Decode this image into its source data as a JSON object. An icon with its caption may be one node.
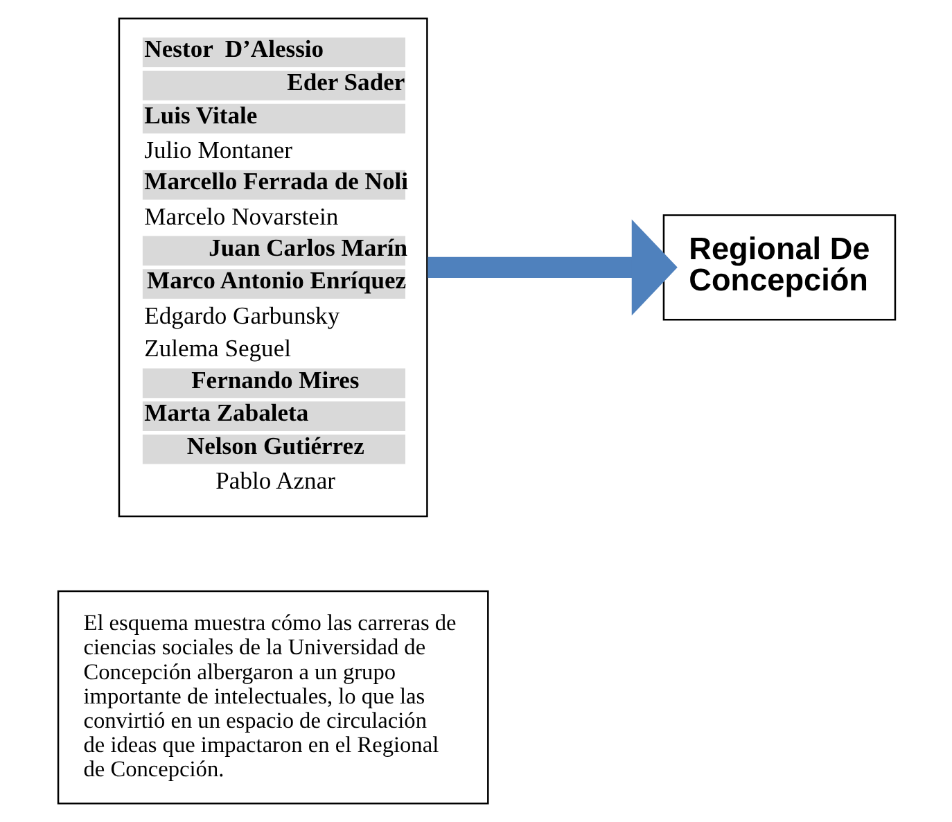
{
  "diagram": {
    "nodes": [
      {
        "text": [
          "Nestor  D’Alessio",
          "Eder Sader",
          "Luis Vitale",
          "Julio Montaner",
          "Marcello Ferrada de Noli",
          "Marcelo Novarstein",
          "Juan Carlos Marín",
          "Marco Antonio Enríquez",
          "Edgardo Garbunsky",
          "Zulema Seguel",
          "Fernando Mires",
          "Marta Zabaleta",
          "Nelson Gutiérrez",
          "Pablo Aznar"
        ]
      },
      {
        "text": [
          "Regional De Concepción"
        ]
      },
      {
        "text": [
          "El esquema muestra cómo las carreras de ciencias sociales de la Universidad de Concepción albergaron a un grupo importante de intelectuales, lo que las convirtió en un espacio de circulación de ideas que impactaron en el Regional de Concepción."
        ]
      }
    ],
    "edges": [
      {
        "from": 0,
        "to": 1,
        "arrow": "to",
        "color": "#4f81bd"
      }
    ]
  }
}
